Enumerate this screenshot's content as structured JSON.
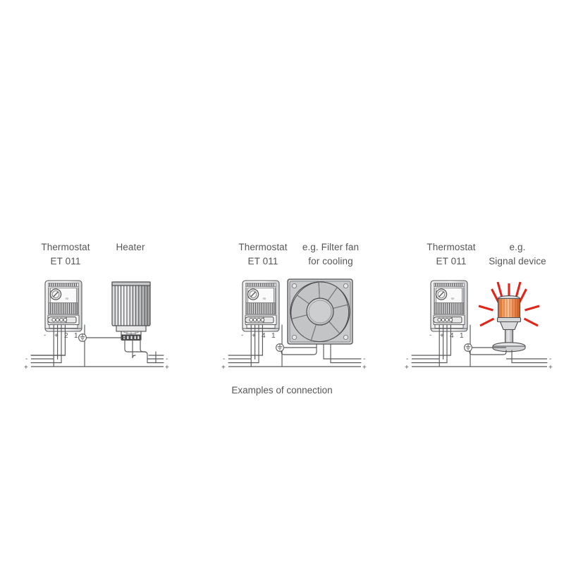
{
  "diagram": {
    "caption": "Examples of connection",
    "groups": [
      {
        "id": "group-heater",
        "device_left_line1": "Thermostat",
        "device_left_line2": "ET 011",
        "device_right_line1": "Heater",
        "device_right_line2": "",
        "terminal_labels": [
          "-",
          "+",
          "2",
          "1"
        ],
        "supply_labels_left": [
          "-",
          "+"
        ],
        "supply_labels_right": [
          "-",
          "+"
        ],
        "right_device_type": "heater",
        "has_earth_symbol": true
      },
      {
        "id": "group-fan",
        "device_left_line1": "Thermostat",
        "device_left_line2": "ET 011",
        "device_right_line1": "e.g. Filter fan",
        "device_right_line2": "for cooling",
        "terminal_labels": [
          "-",
          "+",
          "4",
          "1"
        ],
        "supply_labels_left": [
          "-",
          "+"
        ],
        "supply_labels_right": [
          "-",
          "+"
        ],
        "right_device_type": "fan",
        "has_earth_symbol": true
      },
      {
        "id": "group-signal",
        "device_left_line1": "Thermostat",
        "device_left_line2": "ET 011",
        "device_right_line1": "e.g.",
        "device_right_line2": "Signal device",
        "terminal_labels": [
          "-",
          "+",
          "4",
          "1"
        ],
        "supply_labels_left": [
          "-",
          "+"
        ],
        "supply_labels_right": [
          "-",
          "+"
        ],
        "right_device_type": "beacon",
        "has_earth_symbol": true
      }
    ],
    "colors": {
      "text": "#565656",
      "line": "#58595b",
      "device_body": "#f2f2f2",
      "device_shade": "#b9babc",
      "device_dark": "#4d4d4f",
      "beacon_orange": "#e8823c",
      "beacon_red": "#e1251b",
      "background": "#ffffff"
    }
  }
}
